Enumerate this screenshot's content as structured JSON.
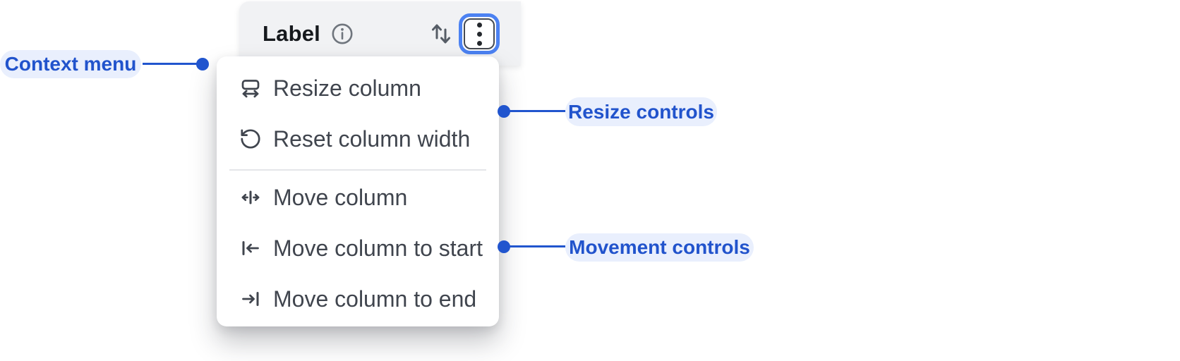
{
  "header": {
    "title": "Label",
    "info_icon": "info-circle",
    "sort_icon": "sort-up-down-arrows",
    "menu_button_icon": "vertical-ellipsis"
  },
  "context_menu": {
    "items": [
      {
        "label": "Resize column",
        "icon": "resize-horizontal-icon"
      },
      {
        "label": "Reset column width",
        "icon": "rotate-ccw-icon"
      },
      {
        "label": "Move column",
        "icon": "move-horizontal-icon"
      },
      {
        "label": "Move column to start",
        "icon": "arrow-to-start-icon"
      },
      {
        "label": "Move column to end",
        "icon": "arrow-to-end-icon"
      }
    ],
    "divider_after_index": 1
  },
  "annotations": {
    "context_menu": {
      "label": "Context menu"
    },
    "resize_controls": {
      "label": "Resize controls"
    },
    "movement_controls": {
      "label": "Movement controls"
    }
  },
  "colors": {
    "annotation_blue": "#2153CC",
    "annotation_pill_bg": "#E9EFFD",
    "header_bg": "#F1F2F4",
    "focus_ring_blue": "#4C82F2",
    "menu_text": "#40454E",
    "menu_bg": "#FFFFFF",
    "divider": "#E4E6E9"
  }
}
